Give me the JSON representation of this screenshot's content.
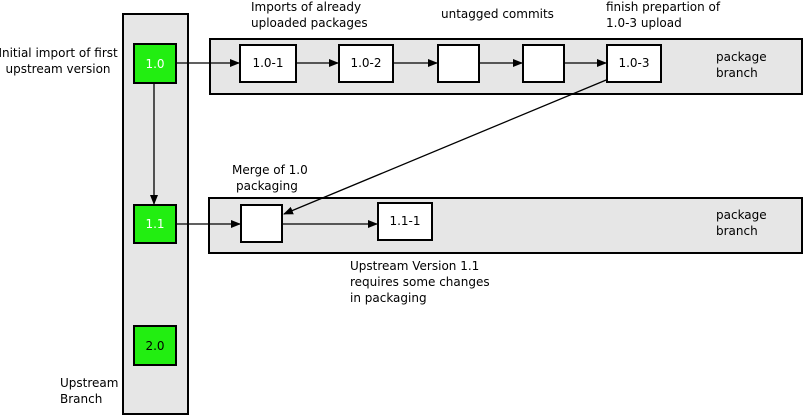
{
  "upstream_branch": {
    "label_line1": "Upstream",
    "label_line2": "Branch",
    "nodes": [
      {
        "id": "u10",
        "label": "1.0"
      },
      {
        "id": "u11",
        "label": "1.1"
      },
      {
        "id": "u20",
        "label": "2.0"
      }
    ]
  },
  "package_branch_1": {
    "label_line1": "package",
    "label_line2": "branch",
    "nodes": [
      {
        "id": "p101",
        "label": "1.0-1"
      },
      {
        "id": "p102",
        "label": "1.0-2"
      },
      {
        "id": "pa",
        "label": ""
      },
      {
        "id": "pb",
        "label": ""
      },
      {
        "id": "p103",
        "label": "1.0-3"
      }
    ]
  },
  "package_branch_2": {
    "label_line1": "package",
    "label_line2": "branch",
    "nodes": [
      {
        "id": "m",
        "label": ""
      },
      {
        "id": "p111",
        "label": "1.1-1"
      }
    ]
  },
  "annotations": {
    "initial_import": [
      "Initial import of first",
      "upstream version"
    ],
    "imports_uploaded": [
      "Imports of already",
      "uploaded packages"
    ],
    "untagged_commits": [
      "untagged commits"
    ],
    "finish_preparation": [
      "finish prepartion of",
      "1.0-3 upload"
    ],
    "merge": [
      "Merge of 1.0",
      "packaging"
    ],
    "upstream_version": [
      "Upstream Version 1.1",
      "requires some changes",
      "in packaging"
    ]
  }
}
